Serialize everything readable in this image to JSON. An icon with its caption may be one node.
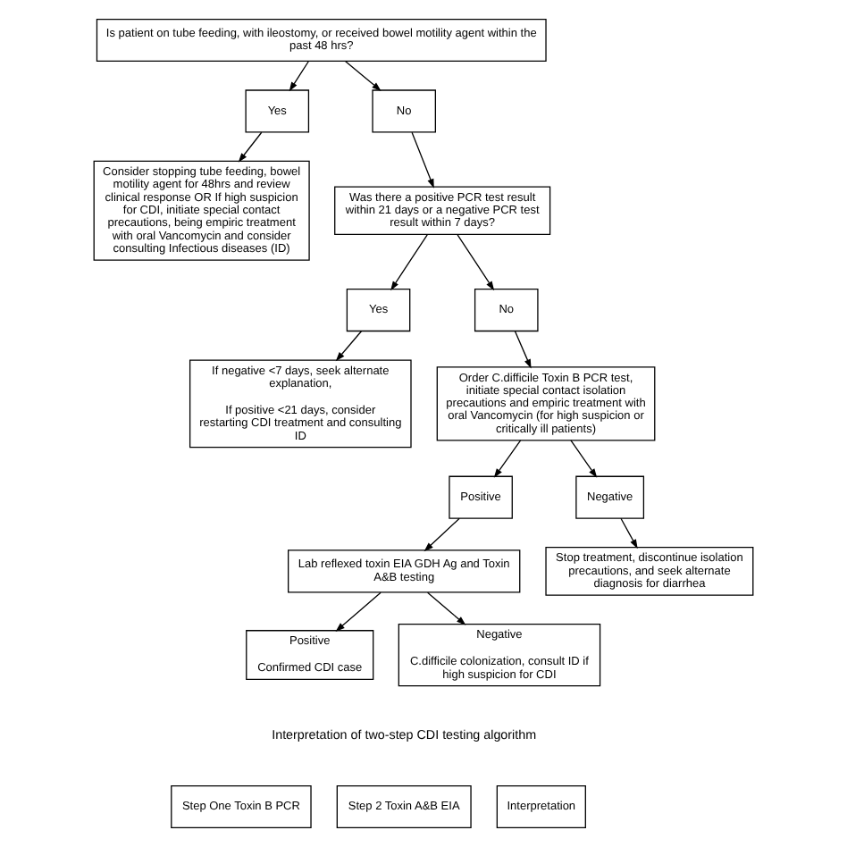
{
  "diagram": {
    "nodes": [
      {
        "text": [
          "Is patient on tube feeding, with ileostomy, or received bowel motility agent within the past 48 hrs?"
        ]
      },
      {
        "text": [
          "Yes"
        ]
      },
      {
        "text": [
          "No"
        ]
      },
      {
        "text": [
          "Consider stopping tube feeding, bowel motility agent for 48hrs and review clinical response OR If high suspicion for CDI, initiate special contact precautions, being empiric treatment with oral Vancomycin and consider consulting Infectious diseases (ID)"
        ]
      },
      {
        "text": [
          "Was there a positive PCR test result within 21 days or a negative PCR test result within 7 days?"
        ]
      },
      {
        "text": [
          "Yes"
        ]
      },
      {
        "text": [
          "No"
        ]
      },
      {
        "text": [
          "If negative <7 days, seek alternate explanation,",
          "If positive <21 days, consider restarting CDI treatment and consulting ID"
        ]
      },
      {
        "text": [
          "Order C.difficile Toxin B PCR test, initiate special contact isolation precautions and empiric treatment with oral Vancomycin (for high suspicion or critically ill patients)"
        ]
      },
      {
        "text": [
          "Positive"
        ]
      },
      {
        "text": [
          "Negative"
        ]
      },
      {
        "text": [
          "Lab reflexed toxin EIA GDH Ag and Toxin A&B testing"
        ]
      },
      {
        "text": [
          "Stop treatment, discontinue isolation precautions, and seek alternate diagnosis for diarrhea"
        ]
      },
      {
        "text": [
          "Positive",
          "Confirmed CDI case"
        ]
      },
      {
        "text": [
          "Negative",
          "C.difficile colonization, consult ID if high suspicion for CDI"
        ]
      }
    ],
    "edges": [
      {
        "from": 0,
        "to": 1,
        "arrow": "to"
      },
      {
        "from": 0,
        "to": 2,
        "arrow": "to"
      },
      {
        "from": 1,
        "to": 3,
        "arrow": "to"
      },
      {
        "from": 2,
        "to": 4,
        "arrow": "to"
      },
      {
        "from": 4,
        "to": 5,
        "arrow": "to"
      },
      {
        "from": 4,
        "to": 6,
        "arrow": "to"
      },
      {
        "from": 5,
        "to": 7,
        "arrow": "to"
      },
      {
        "from": 6,
        "to": 8,
        "arrow": "to"
      },
      {
        "from": 8,
        "to": 9,
        "arrow": "to"
      },
      {
        "from": 8,
        "to": 10,
        "arrow": "to"
      },
      {
        "from": 9,
        "to": 11,
        "arrow": "to"
      },
      {
        "from": 10,
        "to": 12,
        "arrow": "to"
      },
      {
        "from": 11,
        "to": 13,
        "arrow": "to"
      },
      {
        "from": 11,
        "to": 14,
        "arrow": "to"
      }
    ],
    "labels": [
      "Interpretation of two-step CDI testing algorithm",
      "Step One Toxin B PCR",
      "Step 2 Toxin A&B EIA",
      "Interpretation"
    ]
  }
}
